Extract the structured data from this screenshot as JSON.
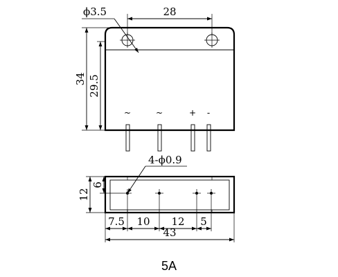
{
  "front_view": {
    "hole_diameter_label": "ϕ3.5",
    "hole_spacing_label": "28",
    "overall_height_label": "34",
    "body_height_label": "29.5",
    "terminal_labels": [
      "~",
      "~",
      "+",
      "-"
    ]
  },
  "bottom_view": {
    "pin_callout_label": "4-ϕ0.9",
    "depth_label": "12",
    "pin_offset_label": "6",
    "pin_spacing_labels": [
      "7.5",
      "10",
      "12",
      "5"
    ],
    "overall_width_label": "43"
  },
  "caption": "5A"
}
